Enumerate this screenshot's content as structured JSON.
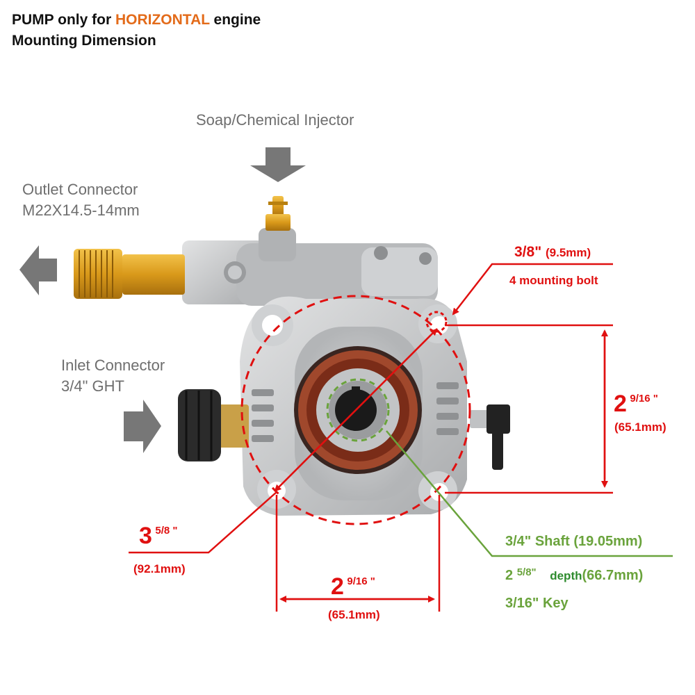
{
  "title": {
    "line1_prefix": "PUMP only for ",
    "line1_highlight": "HORIZONTAL",
    "line1_suffix": " engine",
    "line2": "Mounting Dimension"
  },
  "labels": {
    "soap": "Soap/Chemical Injector",
    "outlet_1": "Outlet Connector",
    "outlet_2": "M22X14.5-14mm",
    "inlet_1": "Inlet Connector",
    "inlet_2": "3/4\" GHT",
    "bolt_size": "3/8\"",
    "bolt_mm": "(9.5mm)",
    "bolt_desc": "4 mounting bolt",
    "vert_whole": "2",
    "vert_frac": "9/16 \"",
    "vert_mm": "(65.1mm)",
    "diag_whole": "3",
    "diag_frac": "5/8 \"",
    "diag_mm": "(92.1mm)",
    "horiz_whole": "2",
    "horiz_frac": "9/16 \"",
    "horiz_mm": "(65.1mm)",
    "shaft": "3/4\" Shaft  (19.05mm)",
    "depth_whole": "2",
    "depth_frac": "5/8\"",
    "depth_word": "depth",
    "depth_mm": "(66.7mm)",
    "key": "3/16\" Key"
  },
  "colors": {
    "accent_red": "#e01010",
    "shaft_green": "#6aa33c",
    "highlight_orange": "#e36b1a",
    "arrow_gray": "#777777",
    "brass": "#d9a21f",
    "aluminum": "#c9cbcd"
  }
}
